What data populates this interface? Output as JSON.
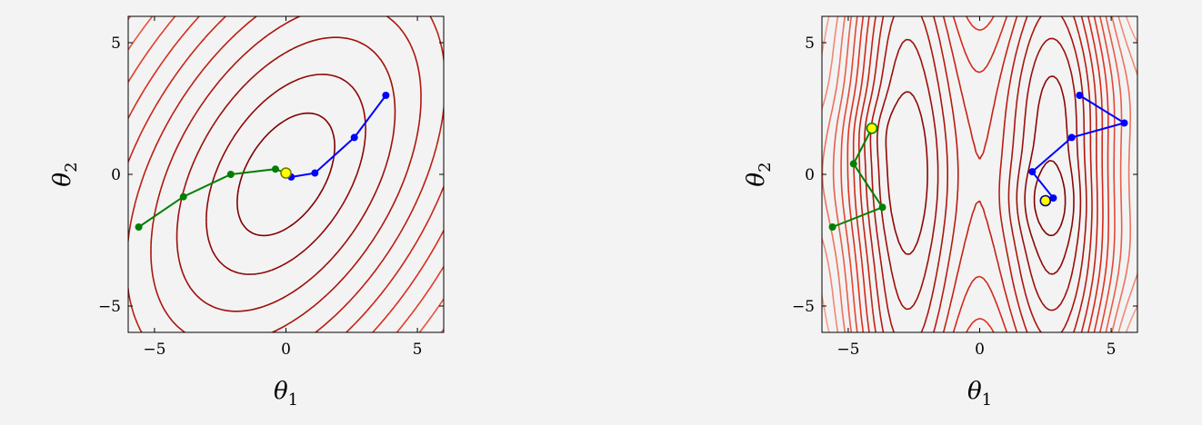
{
  "page": {
    "background": "#f3f3f3"
  },
  "chart_data": [
    {
      "type": "contour",
      "surface": "quadratic (single basin)",
      "xlabel_main": "θ",
      "xlabel_sub": "1",
      "ylabel_main": "θ",
      "ylabel_sub": "2",
      "xlim": [
        -6,
        6
      ],
      "ylim": [
        -6,
        6
      ],
      "xticks": [
        -5,
        0,
        5
      ],
      "yticks": [
        -5,
        0,
        5
      ],
      "xtick_labels": [
        "−5",
        "0",
        "5"
      ],
      "ytick_labels": [
        "−5",
        "0",
        "5"
      ],
      "contour_colors": {
        "low": "#7f0000",
        "high": "#fdc9b4"
      },
      "series": [
        {
          "color": "#0000ff",
          "x": [
            3.8,
            2.6,
            1.1,
            0.2,
            0.0
          ],
          "y": [
            3.0,
            1.4,
            0.05,
            -0.1,
            0.05
          ]
        },
        {
          "color": "#008000",
          "x": [
            -5.6,
            -3.9,
            -2.1,
            -0.4,
            0.0
          ],
          "y": [
            -2.0,
            -0.85,
            0.0,
            0.2,
            0.05
          ]
        }
      ],
      "marker": {
        "x": 0.0,
        "y": 0.05,
        "fill": "#ffff00",
        "stroke": "#7a7a00"
      }
    },
    {
      "type": "contour",
      "surface": "non-convex (multiple basins)",
      "xlabel_main": "θ",
      "xlabel_sub": "1",
      "ylabel_main": "θ",
      "ylabel_sub": "2",
      "xlim": [
        -6,
        6
      ],
      "ylim": [
        -6,
        6
      ],
      "xticks": [
        -5,
        0,
        5
      ],
      "yticks": [
        -5,
        0,
        5
      ],
      "xtick_labels": [
        "−5",
        "0",
        "5"
      ],
      "ytick_labels": [
        "−5",
        "0",
        "5"
      ],
      "contour_colors": {
        "low": "#7f0000",
        "high": "#fdc9b4"
      },
      "series": [
        {
          "color": "#0000ff",
          "x": [
            3.8,
            5.5,
            3.5,
            2.0,
            2.8,
            2.5
          ],
          "y": [
            3.0,
            1.95,
            1.4,
            0.1,
            -0.9,
            -1.0
          ]
        },
        {
          "color": "#008000",
          "x": [
            -5.6,
            -3.7,
            -4.8,
            -4.1
          ],
          "y": [
            -2.0,
            -1.25,
            0.4,
            1.75
          ]
        }
      ],
      "marker": {
        "x": 2.5,
        "y": -1.0,
        "fill": "#ffff00",
        "stroke": "#00008b"
      },
      "marker2": {
        "x": -4.1,
        "y": 1.75,
        "fill": "#ffff00",
        "stroke": "#008000"
      }
    }
  ]
}
